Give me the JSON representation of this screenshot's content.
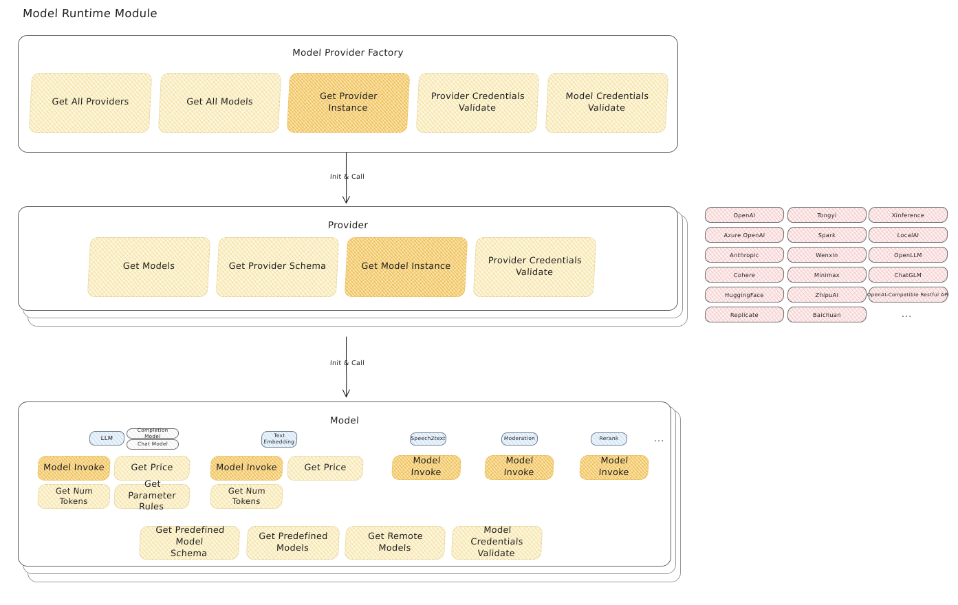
{
  "diagram": {
    "title": "Model Runtime Module",
    "type": "architecture-flow"
  },
  "factory": {
    "title": "Model Provider Factory",
    "cards": [
      {
        "label": "Get All Providers",
        "highlight": false
      },
      {
        "label": "Get All Models",
        "highlight": false
      },
      {
        "label": "Get Provider\nInstance",
        "highlight": true
      },
      {
        "label": "Provider Credentials\nValidate",
        "highlight": false
      },
      {
        "label": "Model Credentials\nValidate",
        "highlight": false
      }
    ]
  },
  "arrow_top": {
    "label": "Init & Call"
  },
  "provider": {
    "title": "Provider",
    "cards": [
      {
        "label": "Get Models",
        "highlight": false
      },
      {
        "label": "Get Provider Schema",
        "highlight": false
      },
      {
        "label": "Get Model Instance",
        "highlight": true
      },
      {
        "label": "Provider Credentials\nValidate",
        "highlight": false
      }
    ]
  },
  "arrow_bottom": {
    "label": "Init & Call"
  },
  "provider_list": {
    "columns": [
      {
        "items": [
          "OpenAI",
          "Azure OpenAI",
          "Anthropic",
          "Cohere",
          "HuggingFace",
          "Replicate"
        ]
      },
      {
        "items": [
          "Tongyi",
          "Spark",
          "Wenxin",
          "Minimax",
          "ZhipuAI",
          "Baichuan"
        ]
      },
      {
        "items": [
          "Xinference",
          "LocalAI",
          "OpenLLM",
          "ChatGLM",
          "OpenAI-Compatible Restful API"
        ]
      }
    ],
    "more": "..."
  },
  "model": {
    "title": "Model",
    "more": "...",
    "groups": [
      {
        "badge": "LLM",
        "sub_badges": [
          "Completion Model",
          "Chat Model"
        ],
        "cards": [
          {
            "label": "Model Invoke",
            "highlight": true
          },
          {
            "label": "Get Price",
            "highlight": false
          },
          {
            "label": "Get Num Tokens",
            "highlight": false
          },
          {
            "label": "Get Parameter\nRules",
            "highlight": false
          }
        ]
      },
      {
        "badge": "Text\nEmbedding",
        "sub_badges": [],
        "cards": [
          {
            "label": "Model Invoke",
            "highlight": true
          },
          {
            "label": "Get Price",
            "highlight": false
          },
          {
            "label": "Get Num Tokens",
            "highlight": false
          }
        ]
      },
      {
        "badge": "Speech2text",
        "sub_badges": [],
        "cards": [
          {
            "label": "Model Invoke",
            "highlight": true
          }
        ]
      },
      {
        "badge": "Moderation",
        "sub_badges": [],
        "cards": [
          {
            "label": "Model Invoke",
            "highlight": true
          }
        ]
      },
      {
        "badge": "Rerank",
        "sub_badges": [],
        "cards": [
          {
            "label": "Model Invoke",
            "highlight": true
          }
        ]
      }
    ],
    "common_cards": [
      {
        "label": "Get Predefined Model\nSchema"
      },
      {
        "label": "Get Predefined\nModels"
      },
      {
        "label": "Get Remote Models"
      },
      {
        "label": "Model Credentials\nValidate"
      }
    ]
  },
  "colors": {
    "card_fill": "#fcf6dd",
    "card_highlight_fill": "#fbe5b0",
    "chip_fill": "#fdf0f0",
    "badge_fill": "#eaf3fb",
    "stroke": "#1e1e1e",
    "background": "#ffffff"
  }
}
